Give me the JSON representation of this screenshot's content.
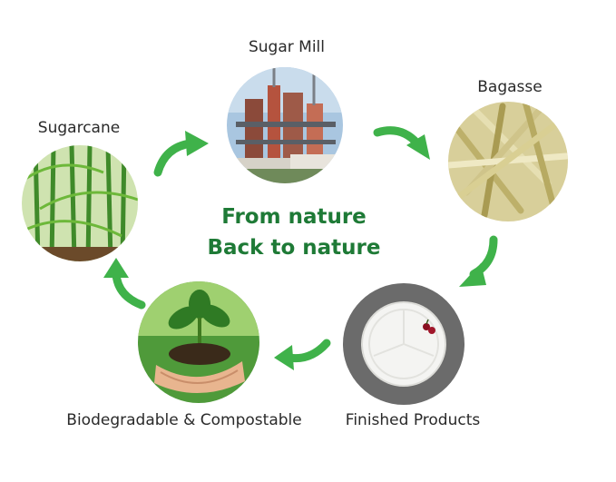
{
  "center": {
    "line1": "From nature",
    "line2": "Back to nature"
  },
  "nodes": {
    "sugar_mill": "Sugar Mill",
    "bagasse": "Bagasse",
    "sugarcane": "Sugarcane",
    "finished_products": "Finished Products",
    "biodegradable": "Biodegradable & Compostable"
  },
  "colors": {
    "accent_green": "#1e7a36",
    "arrow_green": "#3fb24a"
  },
  "icons": [
    "cycle-arrow-icon"
  ]
}
